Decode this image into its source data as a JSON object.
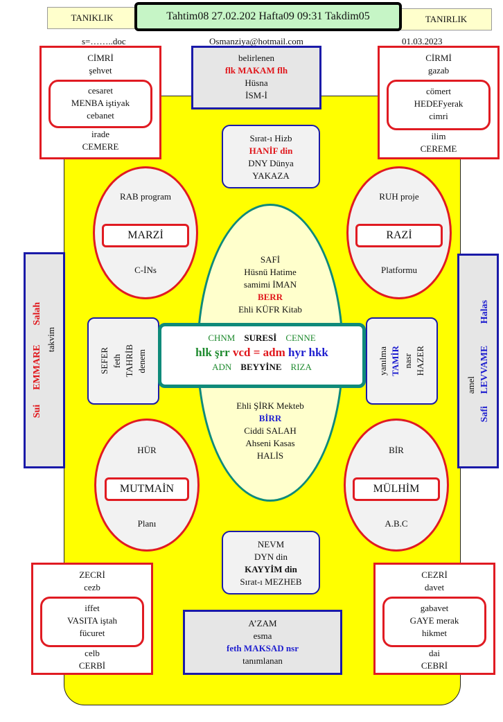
{
  "header": {
    "left_tab": "TANIKLIK",
    "right_tab": "TANIRLIK",
    "title": "Tahtim08  27.02.202 Hafta09 09:31 Takdim05",
    "file_label": "s=……..doc",
    "email": "Osmanziya@hotmail.com",
    "date": "01.03.2023"
  },
  "top_center": {
    "line1": "belirlenen",
    "line2": "flk MAKAM flh",
    "line3": "Hüsna",
    "line4": "İSM-İ"
  },
  "top_left": {
    "top1": "CİMRİ",
    "top2": "şehvet",
    "in1": "cesaret",
    "in2": "MENBA iştiyak",
    "in3": "cebanet",
    "bot1": "irade",
    "bot2": "CEMERE"
  },
  "top_right": {
    "top1": "CİRMİ",
    "top2": "gazab",
    "in1": "cömert",
    "in2": "HEDEFyerak",
    "in3": "cimri",
    "bot1": "ilim",
    "bot2": "CEREME"
  },
  "sirat": {
    "line1": "Sırat-ı Hizb",
    "line2": "HANİF din",
    "line3": "DNY Dünya",
    "line4": "YAKAZA"
  },
  "ellipse_tl": {
    "top": "RAB program",
    "pill": "MARZİ",
    "bottom": "C-İNs"
  },
  "ellipse_tr": {
    "top": "RUH proje",
    "pill": "RAZİ",
    "bottom": "Platformu"
  },
  "ellipse_bl": {
    "top": "HÜR",
    "pill": "MUTMAİN",
    "bottom": "Planı"
  },
  "ellipse_br": {
    "top": "BİR",
    "pill": "MÜLHİM",
    "bottom": "A.B.C"
  },
  "center_top": {
    "line1": "SAFİ",
    "line2": "Hüsnü Hatime",
    "line3": "samimi İMAN",
    "line4": "BERR",
    "line5": "Ehli KÜFR Kitab"
  },
  "center_bottom": {
    "line1": "Ehli ŞİRK Mekteb",
    "line2": "BİRR",
    "line3": "Ciddi SALAH",
    "line4": "Ahseni Kasas",
    "line5": "HALİS"
  },
  "core": {
    "r1a": "CHNM",
    "r1b": "SURESİ",
    "r1c": "CENNE",
    "r2a": "hlk şrr",
    "r2b": "vcd = adm",
    "r2c": "hyr hkk",
    "r3a": "ADN",
    "r3b": "BEYYİNE",
    "r3c": "RIZA"
  },
  "left_mid": {
    "c1": "SEFER",
    "c2": "feth",
    "c3": "TAHRİB",
    "c4": "denem"
  },
  "right_mid": {
    "c1": "HAZER",
    "c2": "nasr",
    "c3": "TAMİR",
    "c4": "yanılma"
  },
  "left_side": {
    "c1": "takvim",
    "c2": "EMMARE",
    "c2a": "Salah",
    "c3": "Sui"
  },
  "right_side": {
    "c1": "Halas",
    "c1b": "LEVVAME",
    "c1c": "Safi",
    "c2": "amel"
  },
  "nevm": {
    "line1": "NEVM",
    "line2": "DYN din",
    "line3": "KAYYİM din",
    "line4": "Sırat-ı MEZHEB"
  },
  "bottom_center": {
    "line1": "A’ZAM",
    "line2": "esma",
    "line3": "feth MAKSAD nsr",
    "line4": "tanımlanan"
  },
  "bottom_left": {
    "top1": "ZECRİ",
    "top2": "cezb",
    "in1": "iffet",
    "in2": "VASITA iştah",
    "in3": "fücuret",
    "bot1": "celb",
    "bot2": "CERBİ"
  },
  "bottom_right": {
    "top1": "CEZRİ",
    "top2": "davet",
    "in1": "gabavet",
    "in2": "GAYE merak",
    "in3": "hikmet",
    "bot1": "dai",
    "bot2": "CEBRİ"
  }
}
